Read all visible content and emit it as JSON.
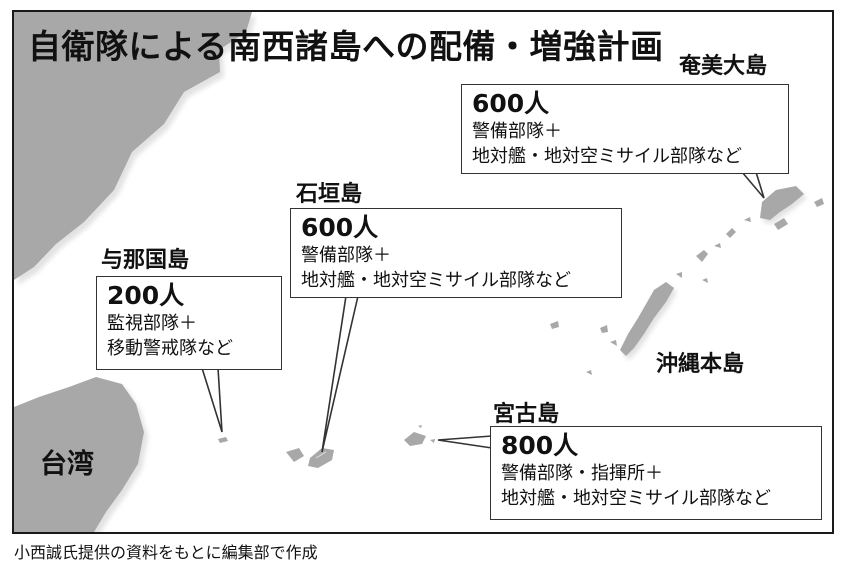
{
  "title": "自衛隊による南西諸島への配備・増強計画",
  "labels": {
    "amami": "奄美大島",
    "ishigaki": "石垣島",
    "yonaguni": "与那国島",
    "okinawa": "沖縄本島",
    "miyako": "宮古島",
    "taiwan": "台湾"
  },
  "callouts": {
    "amami": {
      "count": "600人",
      "line1": "警備部隊＋",
      "line2": "地対艦・地対空ミサイル部隊など"
    },
    "ishigaki": {
      "count": "600人",
      "line1": "警備部隊＋",
      "line2": "地対艦・地対空ミサイル部隊など"
    },
    "yonaguni": {
      "count": "200人",
      "line1": "監視部隊＋",
      "line2": "移動警戒隊など"
    },
    "miyako": {
      "count": "800人",
      "line1": "警備部隊・指揮所＋",
      "line2": "地対艦・地対空ミサイル部隊など"
    }
  },
  "source": "小西誠氏提供の資料をもとに編集部で作成",
  "colors": {
    "land": "#a8a8a8",
    "land_shadow": "#e2e2e2",
    "border": "#1a1a1a",
    "text": "#111111"
  }
}
